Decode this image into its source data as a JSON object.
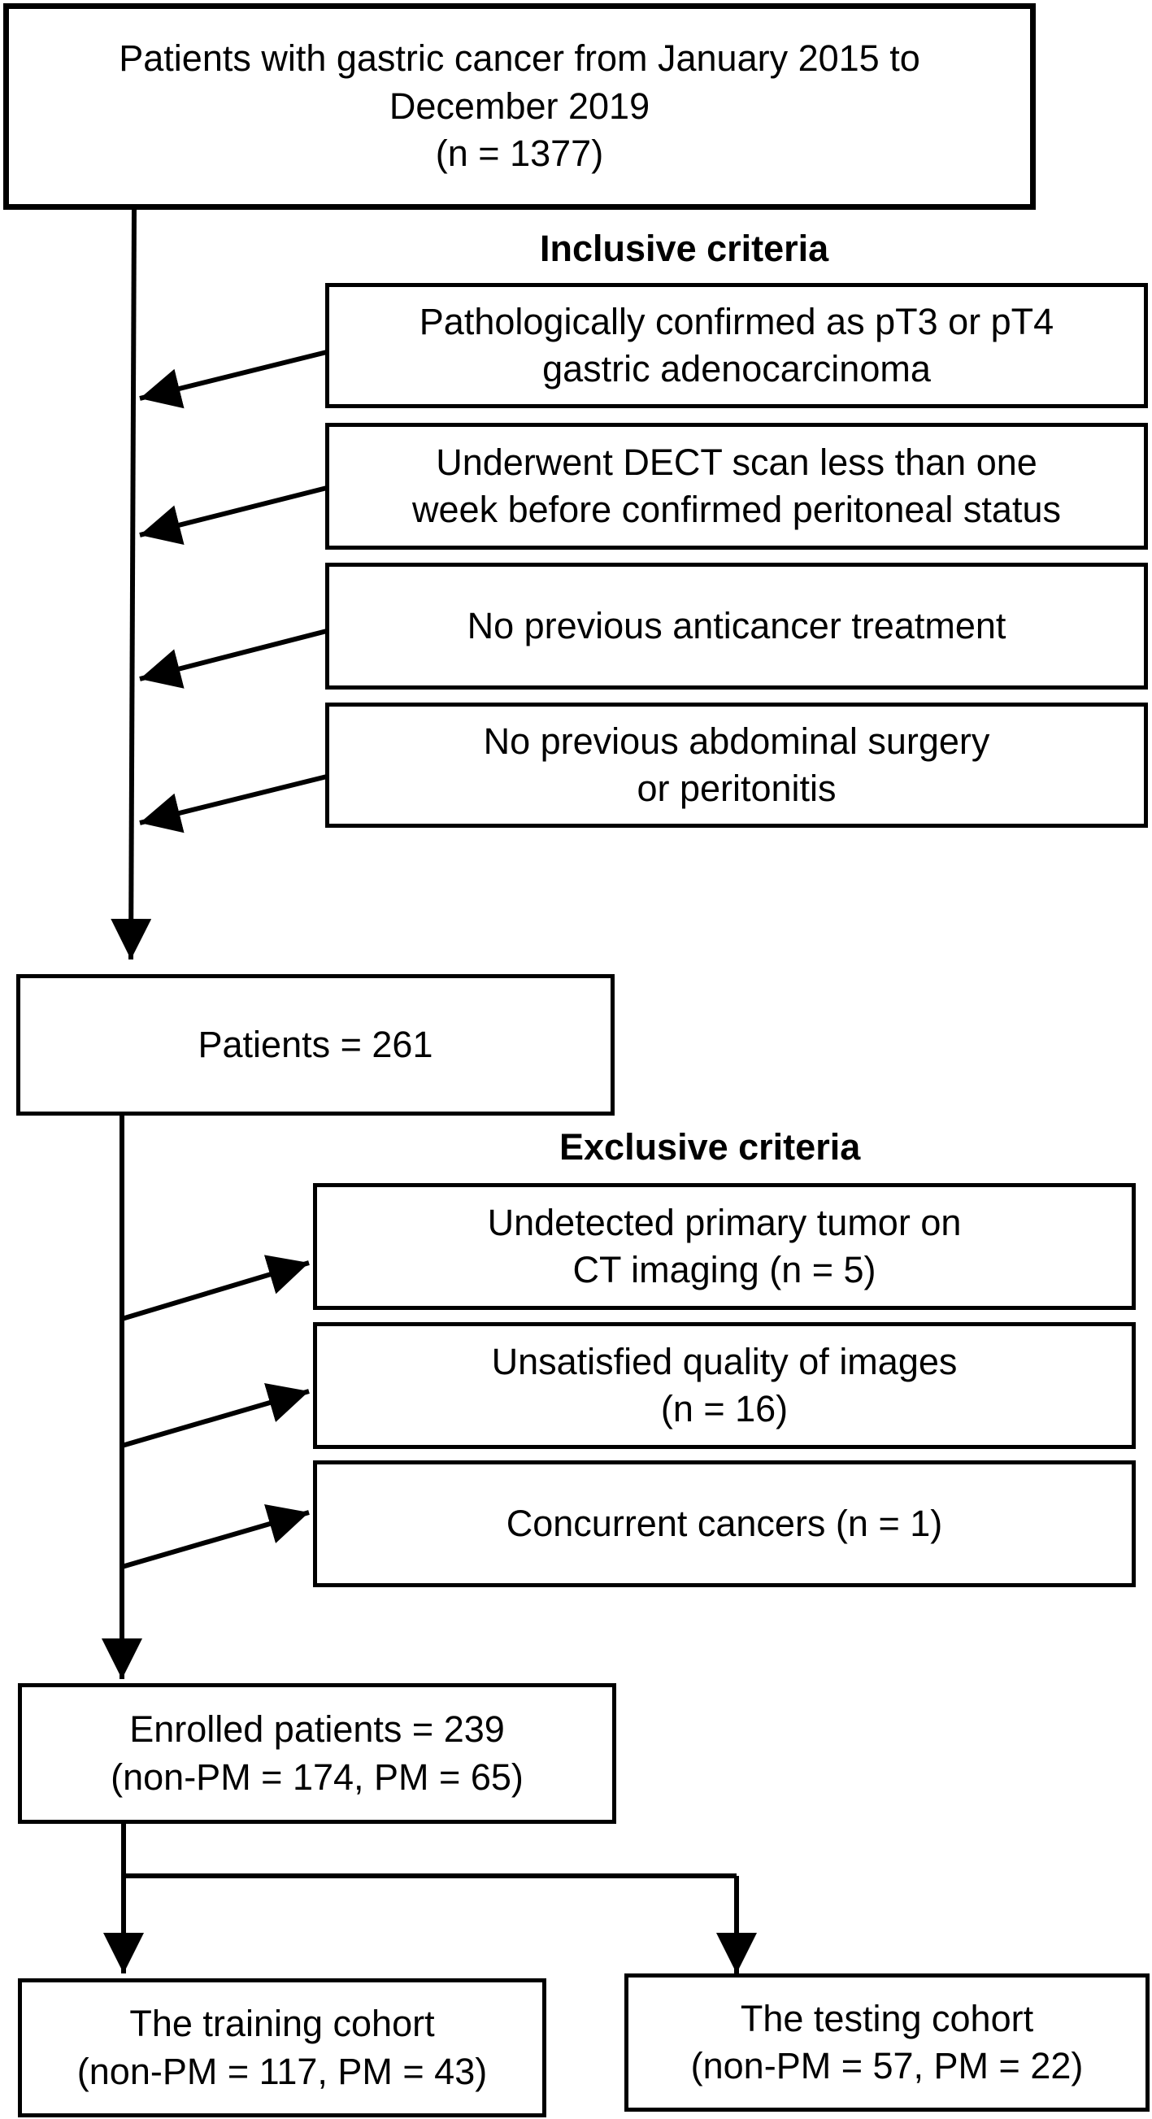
{
  "diagram": {
    "start": {
      "lines": [
        "Patients with gastric cancer from January 2015 to",
        "December 2019",
        "(n =  1377)"
      ]
    },
    "inclusive_heading": "Inclusive criteria",
    "inclusive": [
      {
        "lines": [
          "Pathologically confirmed as pT3 or pT4",
          "gastric adenocarcinoma"
        ]
      },
      {
        "lines": [
          "Underwent DECT scan less than one",
          "week before confirmed peritoneal status"
        ]
      },
      {
        "lines": [
          "No previous anticancer  treatment"
        ]
      },
      {
        "lines": [
          "No previous abdominal surgery",
          "or peritonitis"
        ]
      }
    ],
    "patients": {
      "lines": [
        "Patients = 261"
      ]
    },
    "exclusive_heading": "Exclusive criteria",
    "exclusive": [
      {
        "lines": [
          "Undetected primary tumor on",
          "CT imaging (n = 5)"
        ]
      },
      {
        "lines": [
          "Unsatisfied quality of images",
          "(n = 16)"
        ]
      },
      {
        "lines": [
          "Concurrent cancers (n = 1)"
        ]
      }
    ],
    "enrolled": {
      "lines": [
        "Enrolled patients = 239",
        "(non-PM =  174, PM = 65)"
      ]
    },
    "training": {
      "lines": [
        "The training cohort",
        "(non-PM =  117, PM = 43)"
      ]
    },
    "testing": {
      "lines": [
        "The testing cohort",
        "(non-PM =  57, PM = 22)"
      ]
    },
    "colors": {
      "stroke": "#000000",
      "background": "#ffffff"
    }
  }
}
